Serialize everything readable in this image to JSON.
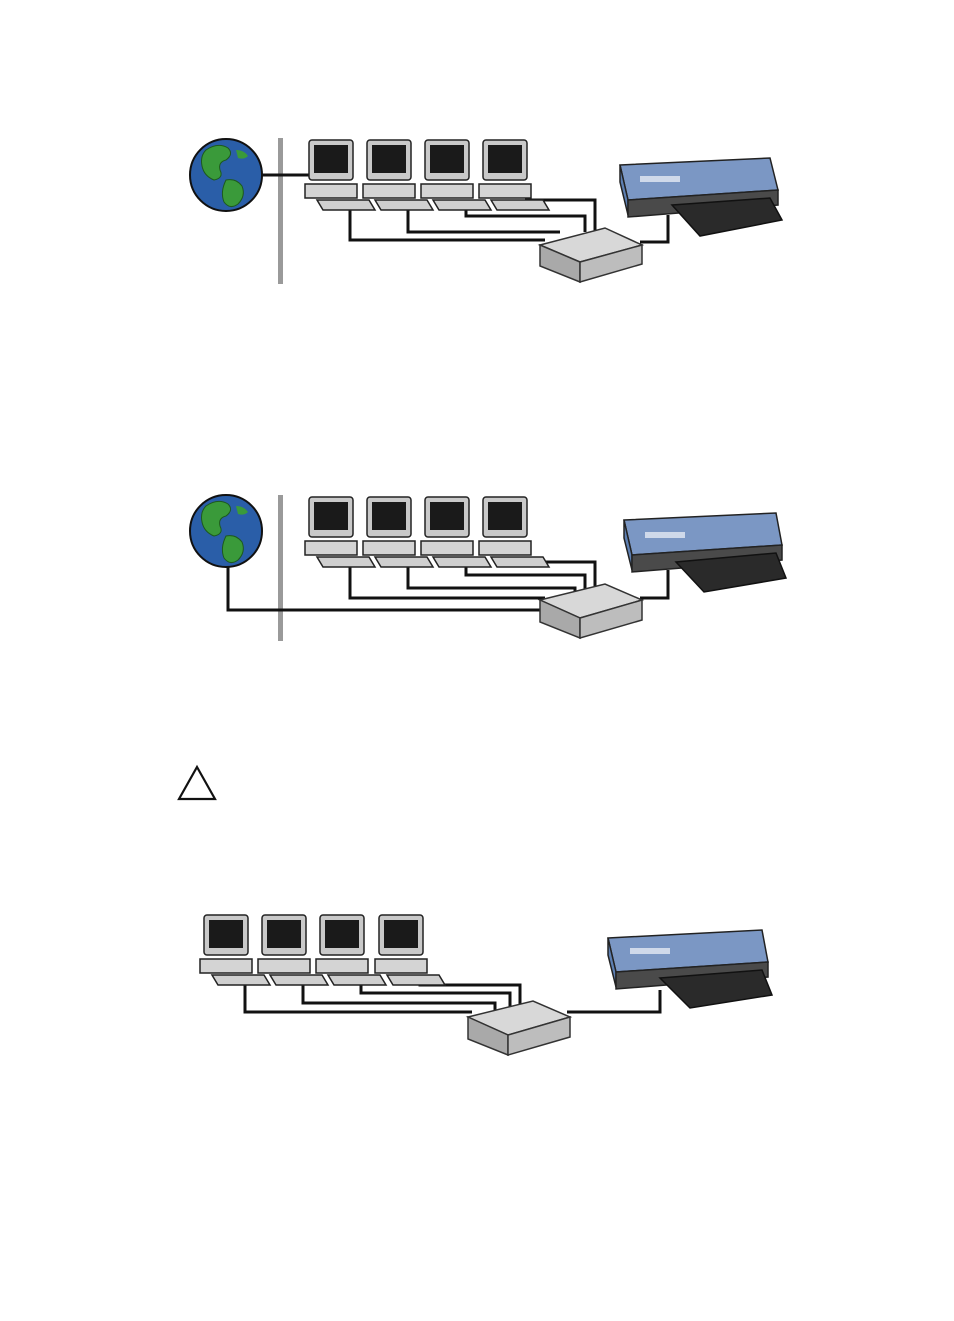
{
  "page": {
    "background": "#ffffff"
  },
  "colors": {
    "cable": "#111111",
    "wall": "#9a9a9a",
    "hub": "#bdbdbd",
    "ocean": "#2a5ea8",
    "land": "#3a9a3a",
    "printer_body": "#5d7fb2",
    "printer_base": "#4a4a4a"
  },
  "diagrams": [
    {
      "name": "network-with-internet-via-computer",
      "has_globe": true,
      "globe_link": "computer",
      "has_wall": true,
      "computers": 4
    },
    {
      "name": "network-with-internet-via-hub",
      "has_globe": true,
      "globe_link": "hub",
      "has_wall": true,
      "computers": 4
    },
    {
      "name": "network-without-internet",
      "has_globe": false,
      "has_wall": false,
      "computers": 4
    }
  ],
  "caution_icon": "caution-triangle-icon"
}
